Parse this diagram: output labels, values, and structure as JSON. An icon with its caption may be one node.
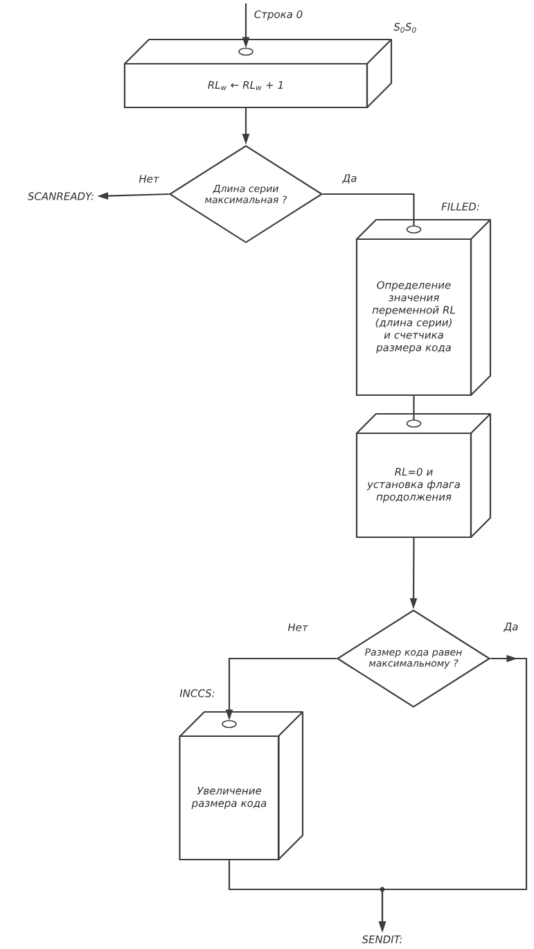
{
  "diagram": {
    "nodes": [
      {
        "text": [
          "RL$_{w}$ ← RL$_{w}$ + 1"
        ],
        "beside": [
          "S$_{0}$S$_{0}$"
        ]
      },
      {
        "text": [
          "Длина серии максимальная ?"
        ]
      },
      {
        "text": [
          "SCANREADY:"
        ]
      },
      {
        "text": [
          "Определение значения переменной RL (длина серии) и счетчика размера кода"
        ],
        "beside": [
          "FILLED:"
        ]
      },
      {
        "text": [
          "RL=0 и установка флага продолжения"
        ]
      },
      {
        "text": [
          "Размер кода равен максимальному ?"
        ]
      },
      {
        "text": [
          "Увеличение размера кода"
        ],
        "beside": [
          "INCCS:"
        ]
      },
      {
        "text": [
          "SENDIT:"
        ]
      }
    ],
    "edges": [
      {
        "from": null,
        "to": 0,
        "arrow": "to",
        "label": "Строка 0"
      },
      {
        "from": 0,
        "to": 1,
        "arrow": "to"
      },
      {
        "from": 1,
        "to": 2,
        "arrow": "to",
        "label": "Нет"
      },
      {
        "from": 1,
        "to": 3,
        "arrow": "none",
        "label": "Да"
      },
      {
        "from": 3,
        "to": 4,
        "arrow": "none"
      },
      {
        "from": 4,
        "to": 5,
        "arrow": "to"
      },
      {
        "from": 5,
        "to": 6,
        "arrow": "to",
        "label": "Нет"
      },
      {
        "from": 5,
        "to": 7,
        "arrow": "to",
        "label": "Да"
      },
      {
        "from": 6,
        "to": 7,
        "arrow": "to"
      }
    ]
  }
}
